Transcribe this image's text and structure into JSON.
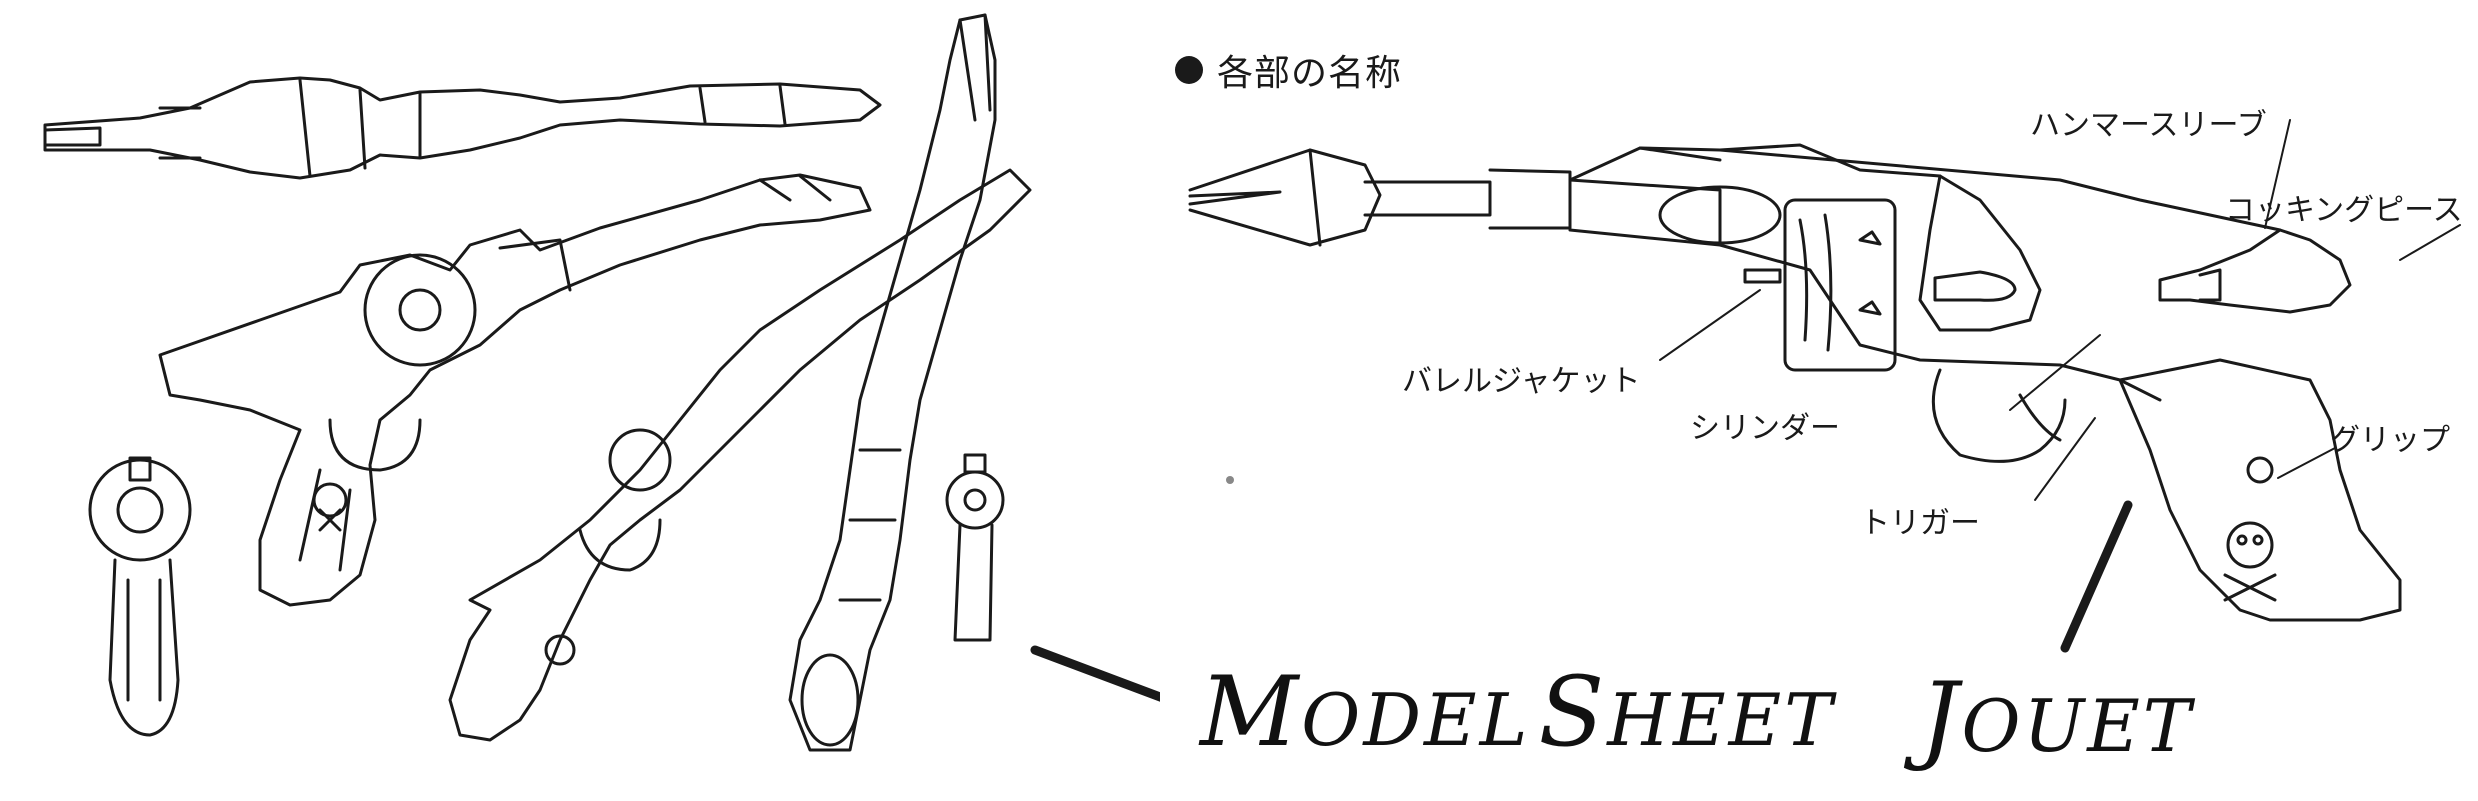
{
  "heading": {
    "text": "各部の名称"
  },
  "parts": {
    "hammer_sleeve": "ハンマースリーブ",
    "cocking_piece": "コッキングピース",
    "barrel_jacket": "バレルジャケット",
    "cylinder": "シリンダー",
    "grip": "グリップ",
    "trigger": "トリガー"
  },
  "captions": {
    "model_sheet": {
      "first_big": "M",
      "first_small": "ODEL",
      "second_big": "S",
      "second_small": "HEET"
    },
    "jouet": {
      "big": "J",
      "small": "OUET"
    }
  },
  "colors": {
    "ink": "#1a1a1a",
    "paper": "#ffffff"
  }
}
